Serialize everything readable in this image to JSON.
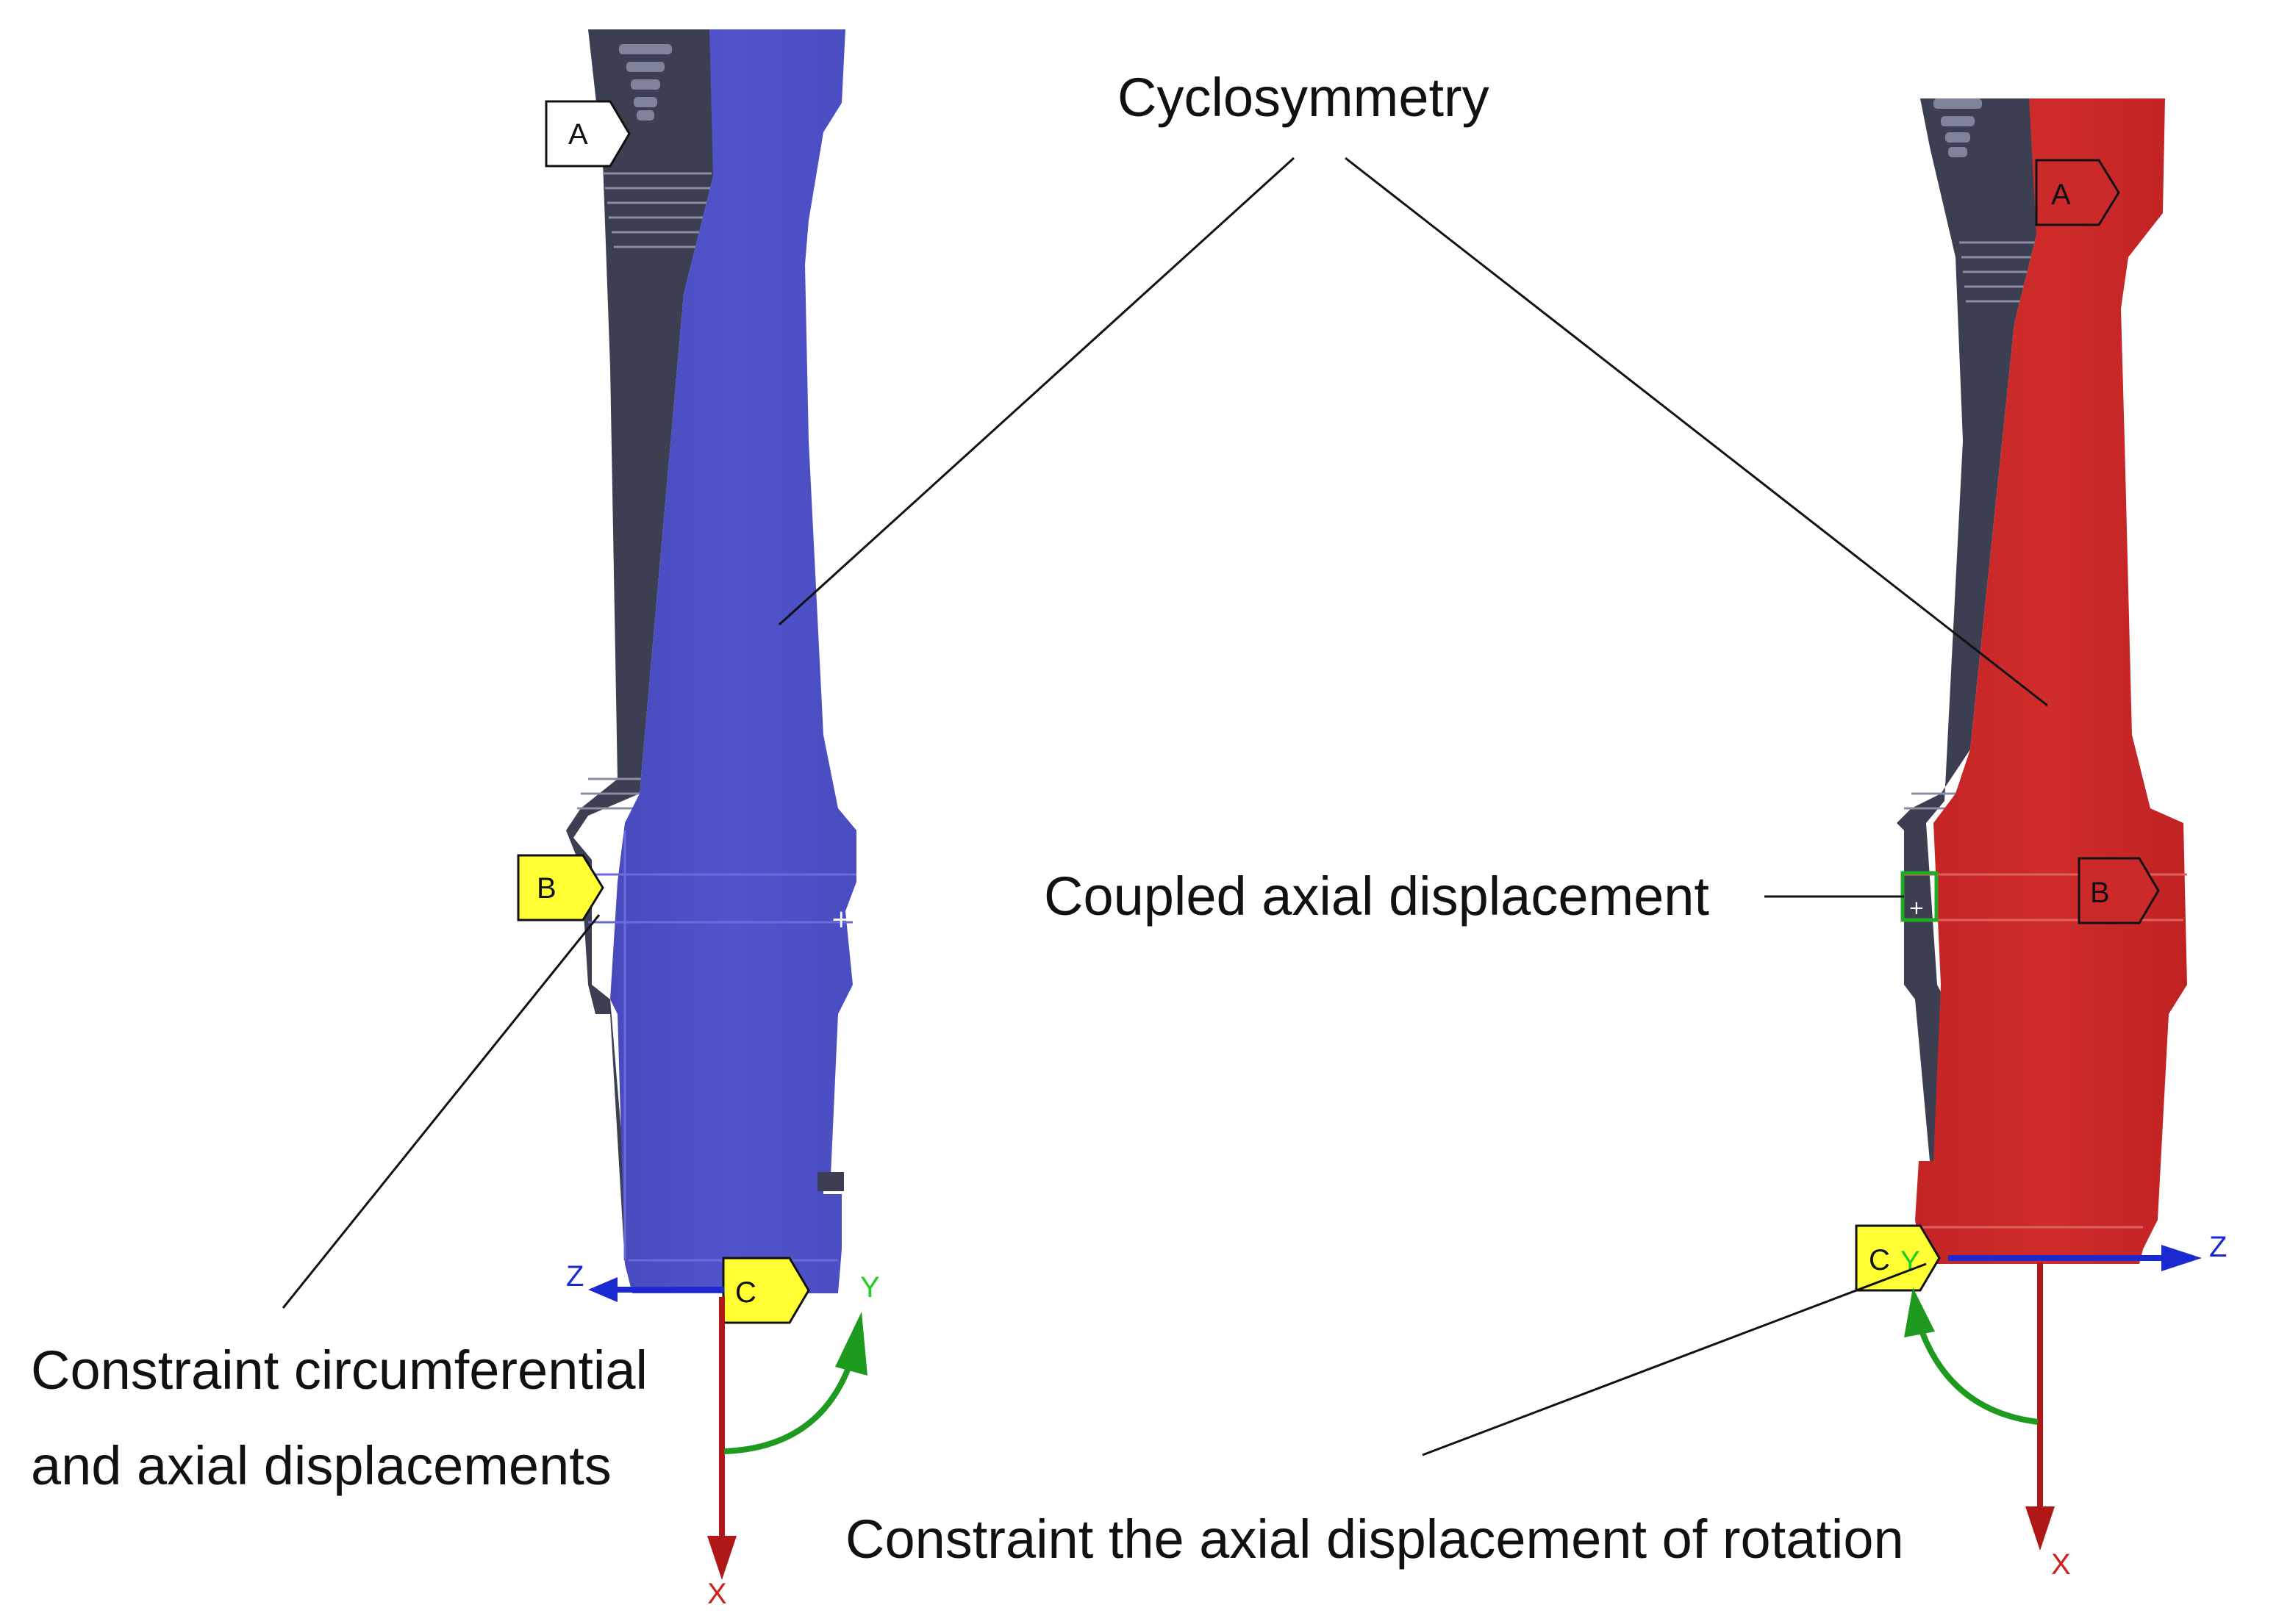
{
  "annotations": {
    "cyclosymmetry": "Cyclosymmetry",
    "coupled_axial": "Coupled axial displacement",
    "constraint_circ_line1": "Constraint circumferential",
    "constraint_circ_line2": "and axial displacements",
    "constraint_axial_rotation": "Constraint the axial displacement of rotation"
  },
  "left_model": {
    "markers": {
      "a": "A",
      "b": "B",
      "c": "C"
    },
    "axes": {
      "z": "Z",
      "y": "Y",
      "x": "X"
    }
  },
  "right_model": {
    "markers": {
      "a": "A",
      "b": "B",
      "c": "C"
    },
    "axes": {
      "z": "Z",
      "y": "Y",
      "x": "X"
    }
  },
  "colors": {
    "left_face": "#5052c8",
    "right_face": "#cc2a2a",
    "edge_dark": "#3c3f52",
    "marker_yellow": "#ffff33",
    "axis_blue": "#1a2ad0",
    "axis_red": "#b01818",
    "axis_green": "#1e9a1e",
    "coupled_green": "#22aa22"
  }
}
